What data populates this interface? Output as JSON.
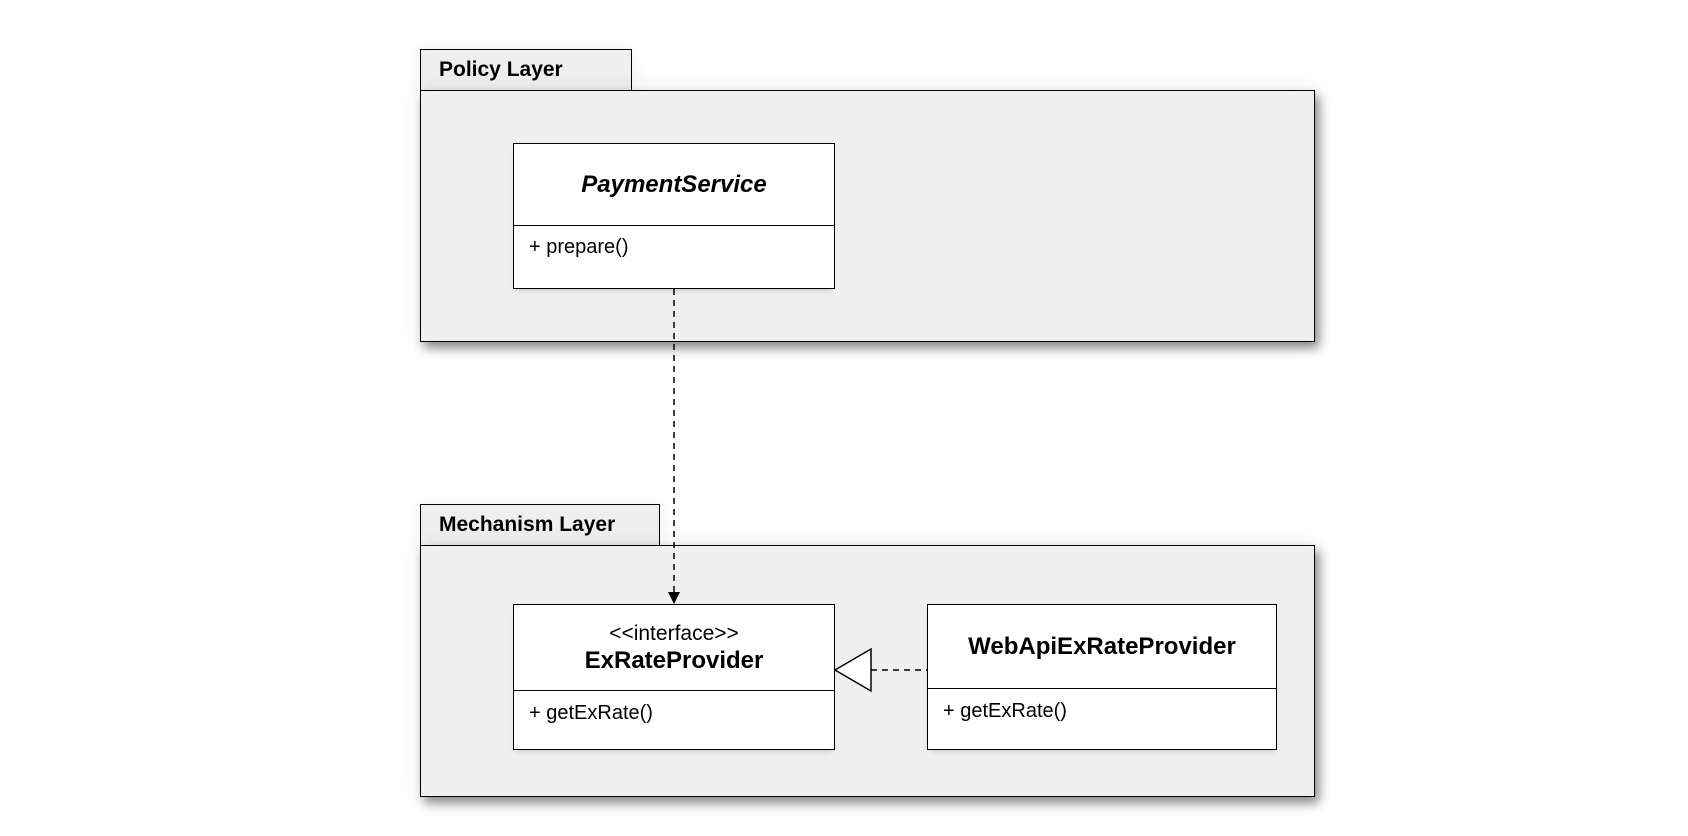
{
  "packages": {
    "policy": {
      "label": "Policy Layer"
    },
    "mechanism": {
      "label": "Mechanism Layer"
    }
  },
  "classes": {
    "payment_service": {
      "name": "PaymentService",
      "abstract": true,
      "operations": [
        "+ prepare()"
      ]
    },
    "ex_rate_provider": {
      "stereotype": "<<interface>>",
      "name": "ExRateProvider",
      "operations": [
        "+ getExRate()"
      ]
    },
    "web_api_ex_rate_provider": {
      "name": "WebApiExRateProvider",
      "operations": [
        "+ getExRate()"
      ]
    }
  },
  "relations": [
    {
      "type": "dependency",
      "from": "PaymentService",
      "to": "ExRateProvider",
      "style": "dashed",
      "arrow": "filled-triangle"
    },
    {
      "type": "realization",
      "from": "WebApiExRateProvider",
      "to": "ExRateProvider",
      "style": "dashed",
      "arrow": "hollow-triangle"
    }
  ],
  "colors": {
    "package_fill": "#efefef",
    "class_fill": "#ffffff",
    "line": "#000000"
  }
}
